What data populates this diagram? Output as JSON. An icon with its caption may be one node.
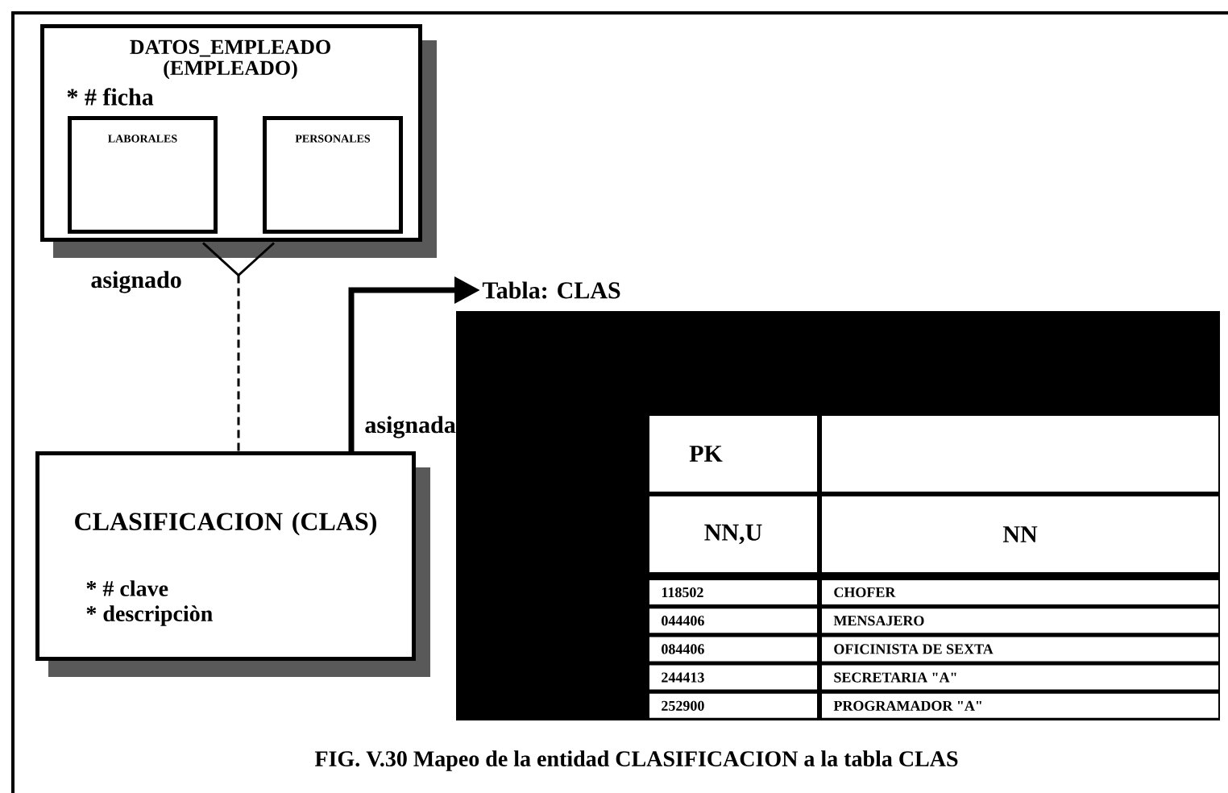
{
  "diagram": {
    "caption": "FIG. V.30 Mapeo de la entidad CLASIFICACION a la tabla CLAS",
    "nodes": [
      {
        "text": [
          "DATOS_EMPLEADO (EMPLEADO)",
          "* # ficha"
        ],
        "beside": [
          "asignado"
        ]
      },
      {
        "text": [
          "LABORALES"
        ],
        "in": 0
      },
      {
        "text": [
          "PERSONALES"
        ],
        "in": 0
      },
      {
        "text": [
          "CLASIFICACION (CLAS)",
          "* # clave",
          "* descripciòn"
        ]
      },
      {
        "text": [
          "Tabla: CLAS"
        ]
      }
    ],
    "edges": [
      {
        "from": 0,
        "to": 3,
        "arrow": "other",
        "style": "dashed"
      },
      {
        "from": 3,
        "to": 4,
        "arrow": "to",
        "style": "thick"
      }
    ],
    "labels": [
      "asignada",
      "PK",
      "NN,U",
      "NN",
      "118502",
      "CHOFER",
      "044406",
      "MENSAJERO",
      "084406",
      "OFICINISTA DE SEXTA",
      "244413",
      "SECRETARIA \"A\"",
      "252900",
      "PROGRAMADOR \"A\""
    ]
  }
}
